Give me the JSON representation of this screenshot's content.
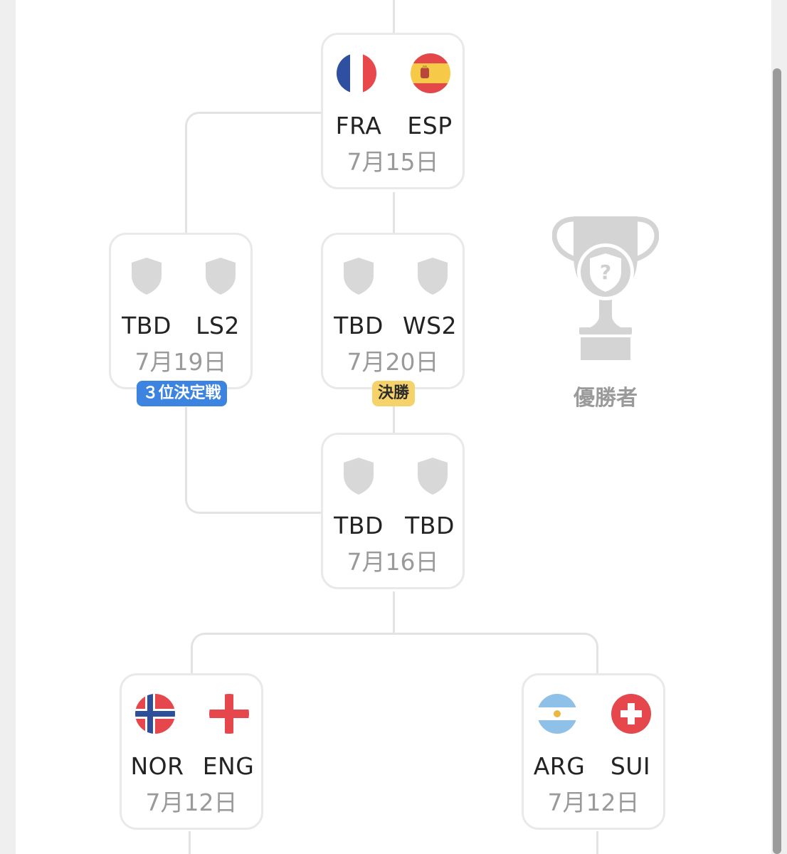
{
  "colors": {
    "card_border": "#e9e9e9",
    "connector": "#e3e3e3",
    "date_text": "#9a9a9a",
    "badge_third_place": "#3d84e0",
    "badge_final": "#f5d36a",
    "placeholder_shield": "#d8d8d8"
  },
  "trophy": {
    "icon": "trophy-icon",
    "label": "優勝者"
  },
  "matches": {
    "semi1": {
      "team_a": "FRA",
      "team_b": "ESP",
      "flag_a": "france-flag",
      "flag_b": "spain-flag",
      "date": "7月15日"
    },
    "third_place": {
      "team_a": "TBD",
      "team_b": "LS2",
      "date": "7月19日",
      "badge": "３位決定戦"
    },
    "final": {
      "team_a": "TBD",
      "team_b": "WS2",
      "date": "7月20日",
      "badge": "決勝"
    },
    "semi2": {
      "team_a": "TBD",
      "team_b": "TBD",
      "date": "7月16日"
    },
    "qf_left": {
      "team_a": "NOR",
      "team_b": "ENG",
      "flag_a": "norway-flag",
      "flag_b": "england-flag",
      "date": "7月12日"
    },
    "qf_right": {
      "team_a": "ARG",
      "team_b": "SUI",
      "flag_a": "argentina-flag",
      "flag_b": "switzerland-flag",
      "date": "7月12日"
    }
  }
}
